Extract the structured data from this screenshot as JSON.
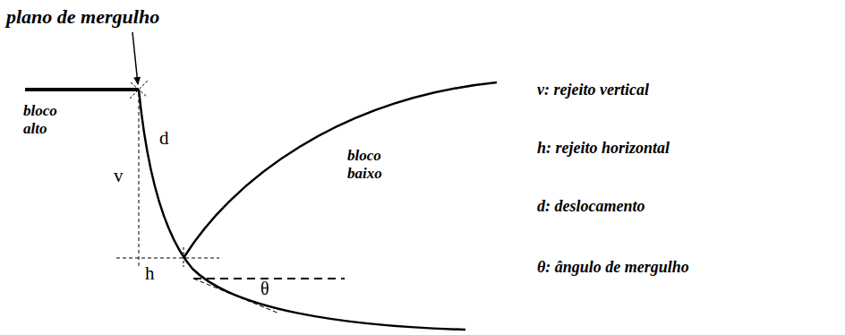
{
  "diagram": {
    "labels": [
      "plano de mergulho",
      "bloco alto",
      "v",
      "d",
      "h",
      "θ",
      "bloco baixo",
      "v: rejeito vertical",
      "h: rejeito horizontal",
      "d: deslocamento",
      "θ: ângulo de mergulho"
    ]
  }
}
